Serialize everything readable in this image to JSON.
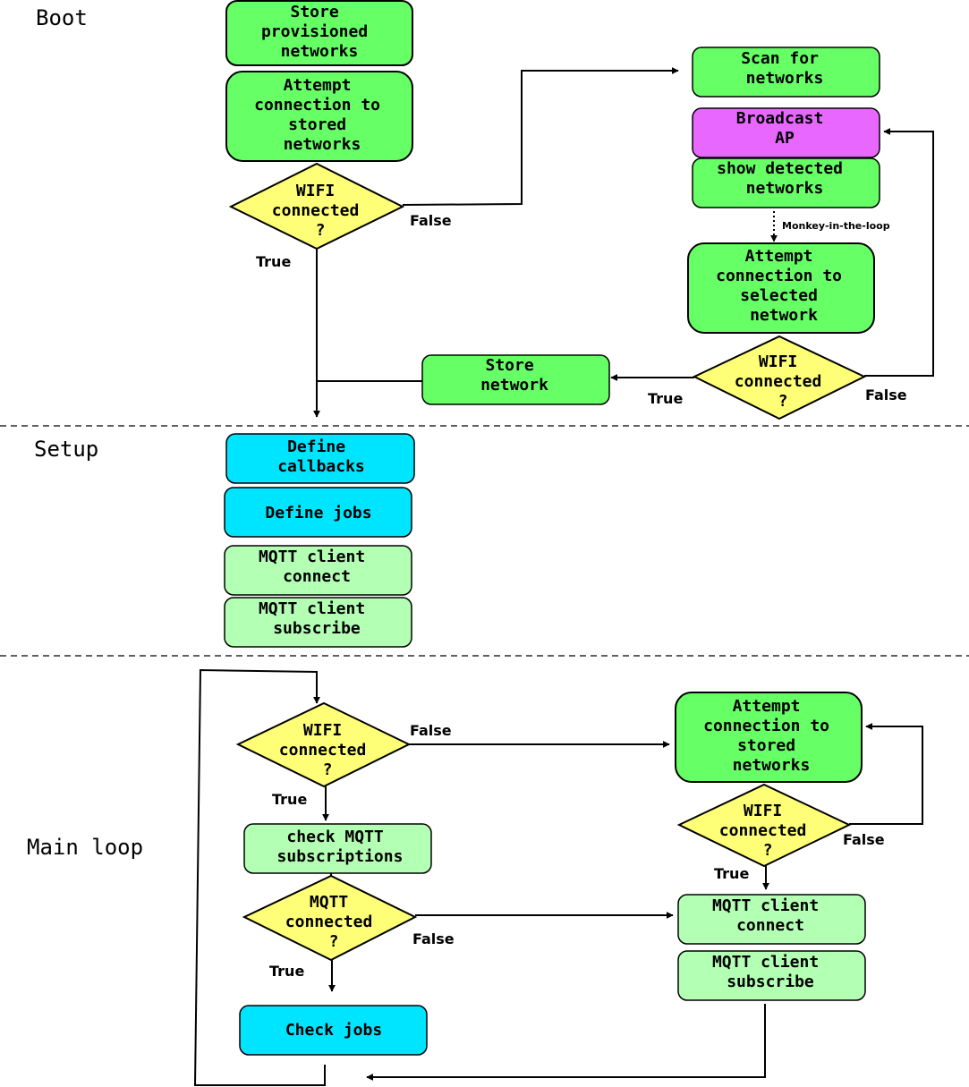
{
  "colors": {
    "green": "#66ff66",
    "light_green": "#b3ffb3",
    "cyan": "#00e5ff",
    "magenta": "#e868ff",
    "decision": "#ffff77",
    "line": "#000000"
  },
  "sections": {
    "boot": "Boot",
    "setup": "Setup",
    "main": "Main loop"
  },
  "boot": {
    "store_provisioned": [
      "Store",
      "provisioned",
      "networks"
    ],
    "attempt_stored": [
      "Attempt",
      "connection to",
      "stored",
      "networks"
    ],
    "wifi_decision": [
      "WIFI",
      "connected",
      "?"
    ],
    "scan": [
      "Scan for",
      "networks"
    ],
    "broadcast": [
      "Broadcast",
      "AP"
    ],
    "show_detected": [
      "show detected",
      "networks"
    ],
    "monkey_note": "Monkey-in-the-loop",
    "attempt_selected": [
      "Attempt",
      "connection to",
      "selected",
      "network"
    ],
    "wifi_decision2": [
      "WIFI",
      "connected",
      "?"
    ],
    "store_network": [
      "Store",
      "network"
    ],
    "true_label": "True",
    "false_label": "False"
  },
  "setup": {
    "define_callbacks": [
      "Define",
      "callbacks"
    ],
    "define_jobs": [
      "Define jobs"
    ],
    "mqtt_connect": [
      "MQTT client",
      "connect"
    ],
    "mqtt_subscribe": [
      "MQTT client",
      "subscribe"
    ]
  },
  "main": {
    "wifi_decision": [
      "WIFI",
      "connected",
      "?"
    ],
    "check_mqtt": [
      "check MQTT",
      "subscriptions"
    ],
    "mqtt_decision": [
      "MQTT",
      "connected",
      "?"
    ],
    "check_jobs": [
      "Check jobs"
    ],
    "attempt_stored": [
      "Attempt",
      "connection to",
      "stored",
      "networks"
    ],
    "wifi_decision2": [
      "WIFI",
      "connected",
      "?"
    ],
    "mqtt_connect": [
      "MQTT client",
      "connect"
    ],
    "mqtt_subscribe": [
      "MQTT client",
      "subscribe"
    ],
    "true_label": "True",
    "false_label": "False"
  }
}
